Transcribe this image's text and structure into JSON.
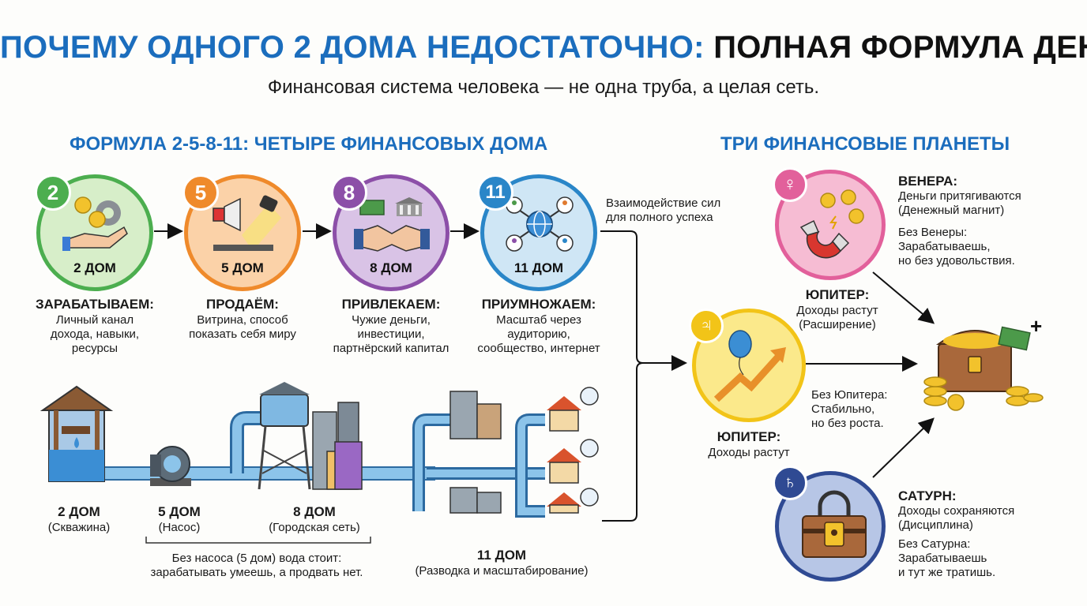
{
  "title": {
    "part1": "ПОЧЕМУ ОДНОГО 2 ДОМА НЕДОСТАТОЧНО:",
    "part2": "ПОЛНАЯ ФОРМУЛА ДЕНЕГ"
  },
  "subtitle": "Финансовая система человека — не одна труба, а целая сеть.",
  "formula": {
    "heading": "ФОРМУЛА 2-5-8-11: ЧЕТЫРЕ ФИНАНСОВЫХ ДОМА",
    "houses": [
      {
        "number": "2",
        "label": "2 ДОМ",
        "title": "ЗАРАБАТЫВАЕМ:",
        "lines": [
          "Личный канал",
          "дохода, навыки,",
          "ресурсы"
        ],
        "color": "#4cae4f",
        "fill": "#d7eec9"
      },
      {
        "number": "5",
        "label": "5 ДОМ",
        "title": "ПРОДАЁМ:",
        "lines": [
          "Витрина, способ",
          "показать себя миру"
        ],
        "color": "#ef8a2b",
        "fill": "#fbd2a8"
      },
      {
        "number": "8",
        "label": "8 ДОМ",
        "title": "ПРИВЛЕКАЕМ:",
        "lines": [
          "Чужие деньги,",
          "инвестиции,",
          "партнёрский капитал"
        ],
        "color": "#8c4fa8",
        "fill": "#d9c3e6"
      },
      {
        "number": "11",
        "label": "11 ДОМ",
        "title": "ПРИУМНОЖАЕМ:",
        "lines": [
          "Масштаб через",
          "аудиторию,",
          "сообщество, интернет"
        ],
        "color": "#2a86c8",
        "fill": "#cfe6f5"
      }
    ],
    "interaction": [
      "Взаимодействие сил",
      "для полного успеха"
    ]
  },
  "pipeline": {
    "well": {
      "title": "2 ДОМ",
      "sub": "(Скважина)"
    },
    "pump": {
      "title": "5 ДОМ",
      "sub": "(Насос)"
    },
    "city": {
      "title": "8 ДОМ",
      "sub": "(Городская сеть)"
    },
    "network": {
      "title": "11 ДОМ",
      "sub": "(Разводка и масштабирование)"
    },
    "note": [
      "Без насоса (5 дом) вода стоит:",
      "зарабатывать умеешь, а продвать нет."
    ]
  },
  "planets": {
    "heading": "ТРИ ФИНАНСОВЫЕ ПЛАНЕТЫ",
    "venus": {
      "symbol": "♀",
      "title": "ВЕНЕРА:",
      "lines": [
        "Деньги притягиваются",
        "(Денежный магнит)"
      ],
      "without": [
        "Без Венеры:",
        "Зарабатываешь,",
        "но без удовольствия."
      ],
      "color": "#e2609b",
      "fill": "#f6bcd3"
    },
    "jupiter": {
      "symbol": "♃",
      "title": "ЮПИТЕР:",
      "sub": "Доходы растут",
      "top_title": "ЮПИТЕР:",
      "top_lines": [
        "Доходы растут",
        "(Расширение)"
      ],
      "without": [
        "Без Юпитера:",
        "Стабильно,",
        "но без роста."
      ],
      "color": "#f2c418",
      "fill": "#fbe98b"
    },
    "saturn": {
      "symbol": "♄",
      "title": "САТУРН:",
      "lines": [
        "Доходы сохраняются",
        "(Дисциплина)"
      ],
      "without": [
        "Без Сатурна:",
        "Зарабатываешь",
        "и тут же тратишь."
      ],
      "color": "#2f4a93",
      "fill": "#b7c6e6"
    }
  }
}
